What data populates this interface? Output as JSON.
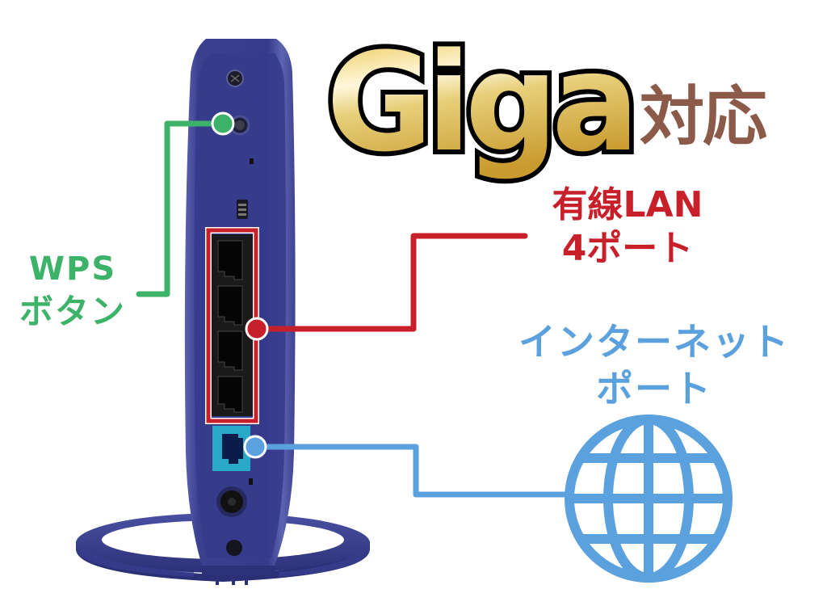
{
  "headline": {
    "giga_text": "Giga",
    "suffix_text": "対応"
  },
  "callouts": {
    "wps": {
      "line1": "WPS",
      "line2": "ボタン",
      "color": "#3db36a"
    },
    "lan": {
      "line1": "有線LAN",
      "line2": "4ポート",
      "color": "#c8202a"
    },
    "internet": {
      "line1": "インターネット",
      "line2": "ポート",
      "color": "#5aa1dd"
    }
  },
  "icons": {
    "globe": "globe-icon"
  },
  "colors": {
    "router_body": "#3a3f8f",
    "router_dark": "#2a2e72",
    "internet_port": "#2aa8c8",
    "gold": "#e8c048",
    "brown": "#8b5a48"
  }
}
